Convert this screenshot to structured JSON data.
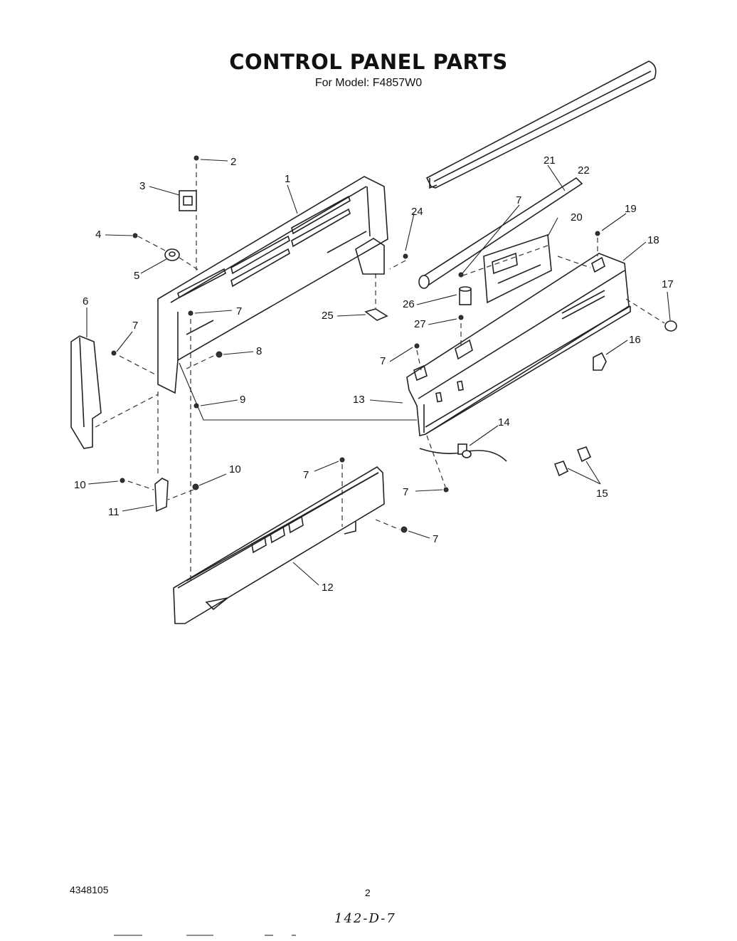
{
  "title": "CONTROL PANEL PARTS",
  "subtitle": "For Model: F4857W0",
  "doc_number": "4348105",
  "page_number": "2",
  "handwritten_note": "142-D-7",
  "callouts": [
    "1",
    "2",
    "3",
    "4",
    "5",
    "6",
    "7",
    "7",
    "7",
    "7",
    "7",
    "7",
    "7",
    "7",
    "8",
    "9",
    "10",
    "10",
    "11",
    "12",
    "13",
    "14",
    "15",
    "16",
    "17",
    "18",
    "19",
    "20",
    "21",
    "22",
    "24",
    "25",
    "26",
    "27"
  ]
}
